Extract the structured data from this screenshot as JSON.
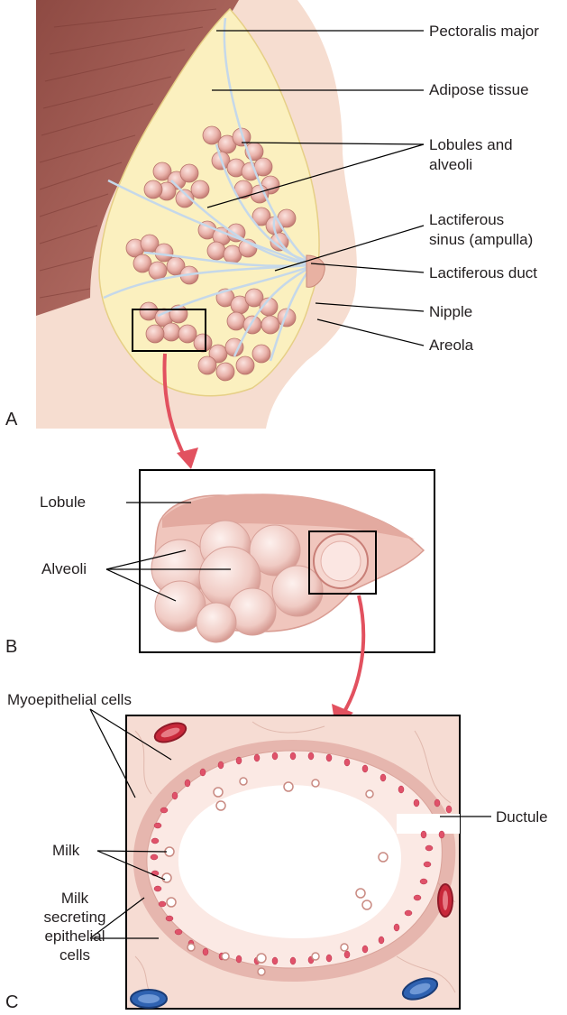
{
  "figure": {
    "panel_a": {
      "letter": "A",
      "labels": {
        "pectoralis_major": "Pectoralis major",
        "adipose_tissue": "Adipose tissue",
        "lobules_line1": "Lobules and",
        "lobules_line2": "alveoli",
        "sinus_line1": "Lactiferous",
        "sinus_line2": "sinus (ampulla)",
        "lactiferous_duct": "Lactiferous duct",
        "nipple": "Nipple",
        "areola": "Areola"
      }
    },
    "panel_b": {
      "letter": "B",
      "labels": {
        "lobule": "Lobule",
        "alveoli": "Alveoli"
      }
    },
    "panel_c": {
      "letter": "C",
      "labels": {
        "myoepithelial": "Myoepithelial cells",
        "ductule": "Ductule",
        "milk": "Milk",
        "secreting_line1": "Milk",
        "secreting_line2": "secreting",
        "secreting_line3": "epithelial",
        "secreting_line4": "cells"
      }
    }
  },
  "colors": {
    "muscle": "#b06a62",
    "skin": "#f6ddd0",
    "adipose": "#fbf0bf",
    "lobule": "#e3a9a0",
    "duct": "#c5d8ea",
    "arrow": "#e2515f",
    "nucleus": "#e0526a",
    "vessel_red": "#c8283a",
    "vessel_blue": "#2f62b1"
  }
}
